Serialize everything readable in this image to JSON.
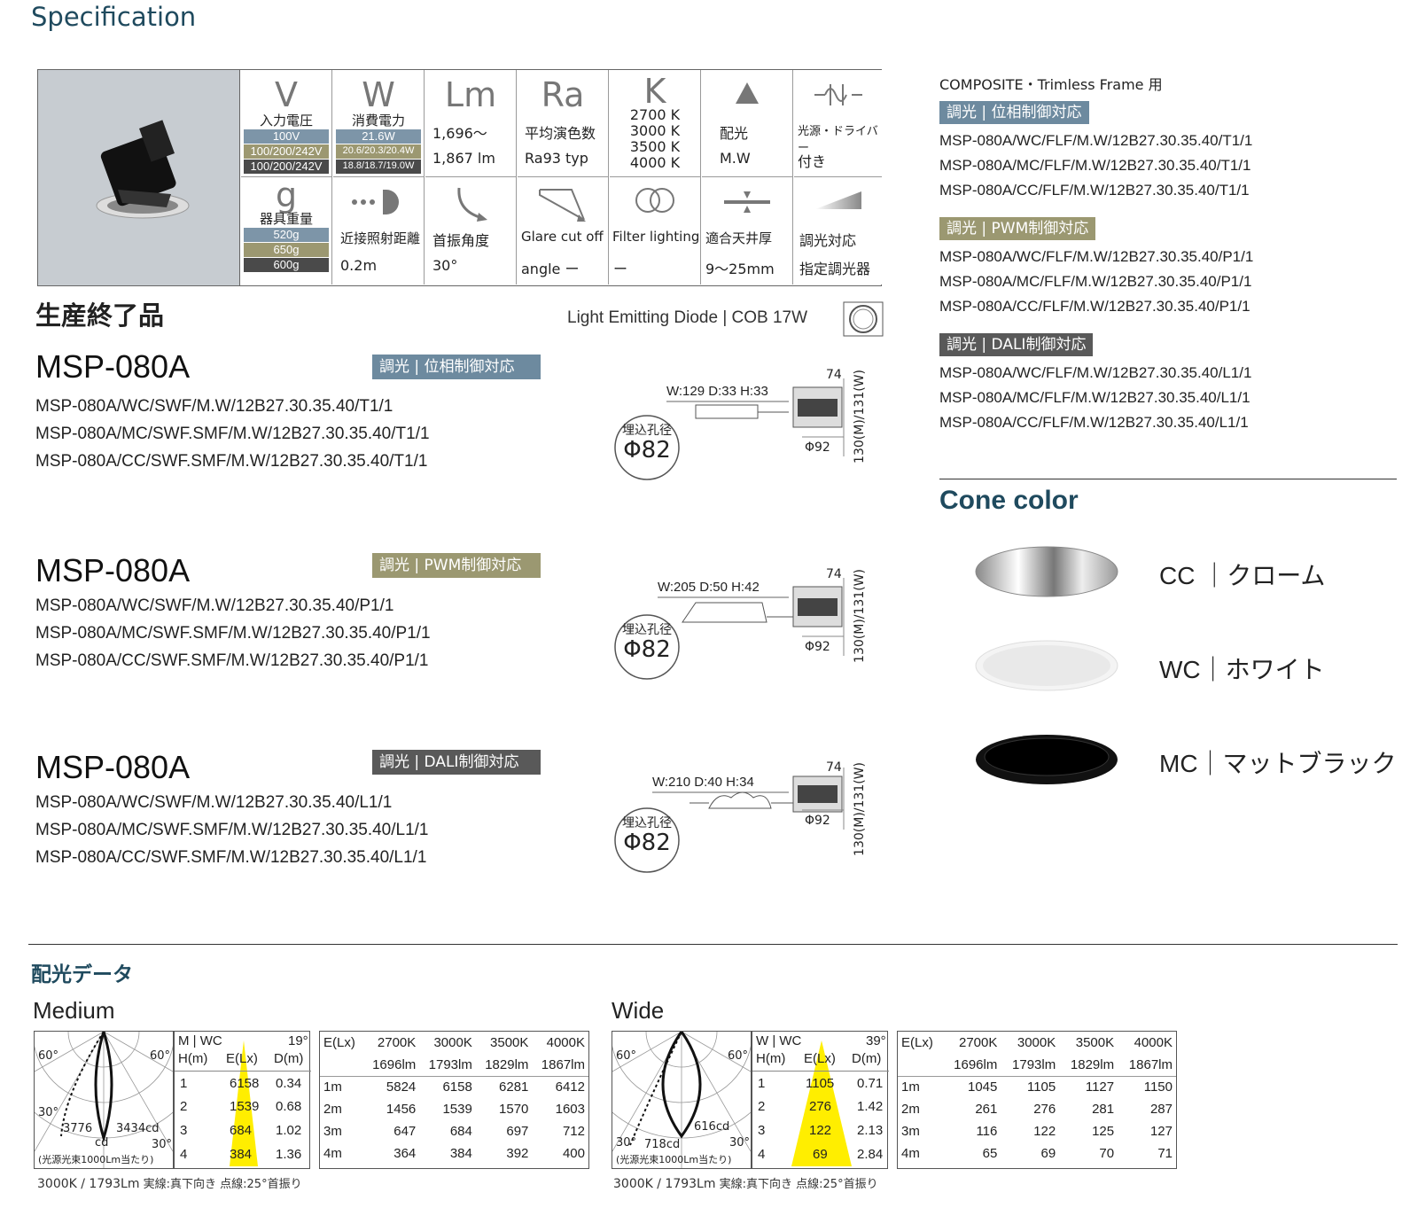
{
  "page": {
    "title": "Specification"
  },
  "spec": {
    "cells": [
      {
        "icon": "V",
        "label": "入力電圧",
        "bars": [
          "100V",
          "100/200/242V",
          "100/200/242V"
        ]
      },
      {
        "icon": "W",
        "label": "消費電力",
        "bars": [
          "21.6W",
          "20.6/20.3/20.4W",
          "18.8/18.7/19.0W"
        ]
      },
      {
        "icon": "Lm",
        "value_1": "1,696～",
        "value_2": "1,867 lm"
      },
      {
        "icon": "Ra",
        "value_1": "平均演色数",
        "value_2": "Ra93 typ"
      },
      {
        "icon": "K",
        "k_values": [
          "2700 K",
          "3000 K",
          "3500 K",
          "4000 K"
        ]
      },
      {
        "icon": "triangle-icon",
        "value_1": "配光",
        "value_2": "M.W"
      },
      {
        "icon": "wave-icon",
        "value_1": "光源・ドライバー",
        "value_2": "付き"
      },
      {
        "icon": "g",
        "label": "器具重量",
        "bars": [
          "520g",
          "650g",
          "600g"
        ]
      },
      {
        "icon": "near-distance-icon",
        "value_1": "近接照射距離",
        "value_2": "0.2m"
      },
      {
        "icon": "swivel-icon",
        "value_1": "首振角度",
        "value_2": "30°"
      },
      {
        "icon": "glare-icon",
        "value_1": "Glare cut off",
        "value_2": "angle ー"
      },
      {
        "icon": "filter-icon",
        "value_1": "Filter lighting",
        "value_2": "ー"
      },
      {
        "icon": "ceiling-icon",
        "value_1": "適合天井厚",
        "value_2": "9～25mm"
      },
      {
        "icon": "dimming-icon",
        "value_1": "調光対応",
        "value_2": "指定調光器"
      }
    ]
  },
  "eol": "生産終了品",
  "led": "Light Emitting Diode | COB 17W",
  "models": [
    {
      "name": "MSP-080A",
      "badge": "調光 | 位相制御対応",
      "codes": [
        "MSP-080A/WC/SWF/M.W/12B27.30.35.40/T1/1",
        "MSP-080A/MC/SWF.SMF/M.W/12B27.30.35.40/T1/1",
        "MSP-080A/CC/SWF.SMF/M.W/12B27.30.35.40/T1/1"
      ],
      "driver": "W:129 D:33 H:33",
      "dims": {
        "top": "74",
        "side": "130(M)/131(W)",
        "dia": "Φ92",
        "hole_label": "埋込孔径",
        "hole": "Φ82"
      }
    },
    {
      "name": "MSP-080A",
      "badge": "調光 | PWM制御対応",
      "codes": [
        "MSP-080A/WC/SWF/M.W/12B27.30.35.40/P1/1",
        "MSP-080A/MC/SWF.SMF/M.W/12B27.30.35.40/P1/1",
        "MSP-080A/CC/SWF.SMF/M.W/12B27.30.35.40/P1/1"
      ],
      "driver": "W:205 D:50 H:42",
      "dims": {
        "top": "74",
        "side": "130(M)/131(W)",
        "dia": "Φ92",
        "hole_label": "埋込孔径",
        "hole": "Φ82"
      }
    },
    {
      "name": "MSP-080A",
      "badge": "調光 | DALI制御対応",
      "codes": [
        "MSP-080A/WC/SWF/M.W/12B27.30.35.40/L1/1",
        "MSP-080A/MC/SWF.SMF/M.W/12B27.30.35.40/L1/1",
        "MSP-080A/CC/SWF.SMF/M.W/12B27.30.35.40/L1/1"
      ],
      "driver": "W:210 D:40 H:34",
      "dims": {
        "top": "74",
        "side": "130(M)/131(W)",
        "dia": "Φ92",
        "hole_label": "埋込孔径",
        "hole": "Φ82"
      }
    }
  ],
  "composite": {
    "heading": "COMPOSITE・Trimless Frame 用",
    "groups": [
      {
        "badge": "調光 | 位相制御対応",
        "codes": [
          "MSP-080A/WC/FLF/M.W/12B27.30.35.40/T1/1",
          "MSP-080A/MC/FLF/M.W/12B27.30.35.40/T1/1",
          "MSP-080A/CC/FLF/M.W/12B27.30.35.40/T1/1"
        ]
      },
      {
        "badge": "調光 | PWM制御対応",
        "codes": [
          "MSP-080A/WC/FLF/M.W/12B27.30.35.40/P1/1",
          "MSP-080A/MC/FLF/M.W/12B27.30.35.40/P1/1",
          "MSP-080A/CC/FLF/M.W/12B27.30.35.40/P1/1"
        ]
      },
      {
        "badge": "調光 | DALI制御対応",
        "codes": [
          "MSP-080A/WC/FLF/M.W/12B27.30.35.40/L1/1",
          "MSP-080A/MC/FLF/M.W/12B27.30.35.40/L1/1",
          "MSP-080A/CC/FLF/M.W/12B27.30.35.40/L1/1"
        ]
      }
    ]
  },
  "cone": {
    "title": "Cone color",
    "items": [
      {
        "label": "CC ｜クローム"
      },
      {
        "label": "WC｜ホワイト"
      },
      {
        "label": "MC｜マットブラック"
      }
    ]
  },
  "distribution": {
    "title": "配光データ",
    "panels": [
      {
        "name": "Medium",
        "polar": {
          "left_angle": "60°",
          "right_angle": "60°",
          "low_left": "30°",
          "low_right": "30°",
          "cd_left": "3776",
          "cd_right": "3434cd",
          "cd_unit": "cd",
          "note": "(光源光束1000Lm当たり)"
        },
        "mini": {
          "head_1": "M | WC",
          "head_2": "19°",
          "cols": [
            "H(m)",
            "E(Lx)",
            "D(m)"
          ],
          "rows": [
            [
              "1",
              "6158",
              "0.34"
            ],
            [
              "2",
              "1539",
              "0.68"
            ],
            [
              "3",
              "684",
              "1.02"
            ],
            [
              "4",
              "384",
              "1.36"
            ]
          ]
        },
        "etable": {
          "head": [
            "E(Lx)",
            "2700K",
            "3000K",
            "3500K",
            "4000K"
          ],
          "sub": [
            "",
            "1696lm",
            "1793lm",
            "1829lm",
            "1867lm"
          ],
          "rows": [
            [
              "1m",
              "5824",
              "6158",
              "6281",
              "6412"
            ],
            [
              "2m",
              "1456",
              "1539",
              "1570",
              "1603"
            ],
            [
              "3m",
              "647",
              "684",
              "697",
              "712"
            ],
            [
              "4m",
              "364",
              "384",
              "392",
              "400"
            ]
          ]
        },
        "foot_1": "3000K / 1793Lm",
        "foot_2": "実線:真下向き 点線:25°首振り"
      },
      {
        "name": "Wide",
        "polar": {
          "left_angle": "60°",
          "right_angle": "60°",
          "low_left": "30°",
          "low_right": "30°",
          "cd_left": "718cd",
          "cd_right": "616cd",
          "note": "(光源光束1000Lm当たり)"
        },
        "mini": {
          "head_1": "W | WC",
          "head_2": "39°",
          "cols": [
            "H(m)",
            "E(Lx)",
            "D(m)"
          ],
          "rows": [
            [
              "1",
              "1105",
              "0.71"
            ],
            [
              "2",
              "276",
              "1.42"
            ],
            [
              "3",
              "122",
              "2.13"
            ],
            [
              "4",
              "69",
              "2.84"
            ]
          ]
        },
        "etable": {
          "head": [
            "E(Lx)",
            "2700K",
            "3000K",
            "3500K",
            "4000K"
          ],
          "sub": [
            "",
            "1696lm",
            "1793lm",
            "1829lm",
            "1867lm"
          ],
          "rows": [
            [
              "1m",
              "1045",
              "1105",
              "1127",
              "1150"
            ],
            [
              "2m",
              "261",
              "276",
              "281",
              "287"
            ],
            [
              "3m",
              "116",
              "122",
              "125",
              "127"
            ],
            [
              "4m",
              "65",
              "69",
              "70",
              "71"
            ]
          ]
        },
        "foot_1": "3000K / 1793Lm",
        "foot_2": "実線:真下向き 点線:25°首振り"
      }
    ]
  },
  "colors": {
    "phase": "#6d8a9f",
    "pwm": "#9b9871",
    "dali": "#595959",
    "title": "#1f4a5e",
    "highlight": "#ffee00"
  }
}
